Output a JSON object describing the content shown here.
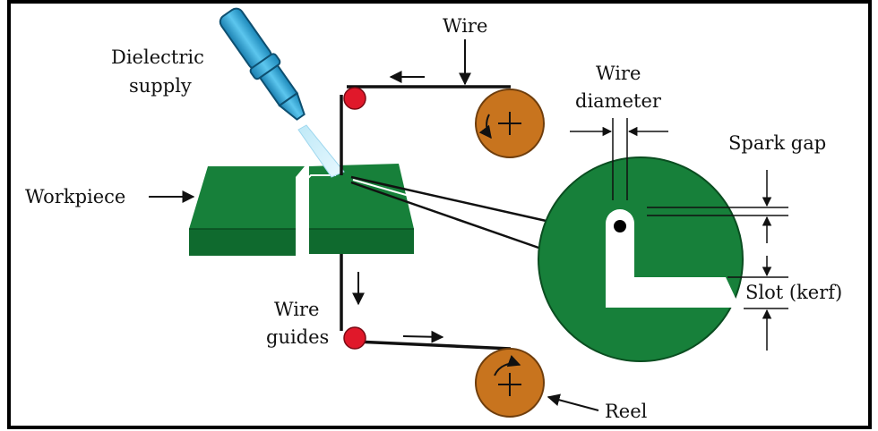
{
  "labels": {
    "wire": "Wire",
    "dielectric_line1": "Dielectric",
    "dielectric_line2": "supply",
    "wire_diameter_line1": "Wire",
    "wire_diameter_line2": "diameter",
    "spark_gap": "Spark gap",
    "workpiece": "Workpiece",
    "slot_kerf": "Slot (kerf)",
    "wire_guides_line1": "Wire",
    "wire_guides_line2": "guides",
    "reel": "Reel"
  },
  "colors": {
    "workpiece": "#17803a",
    "workpiece_dark": "#0f5f2a",
    "guide": "#e0182a",
    "reel": "#c8741e",
    "nozzle": "#2fa6d6",
    "frame": "#000000"
  }
}
